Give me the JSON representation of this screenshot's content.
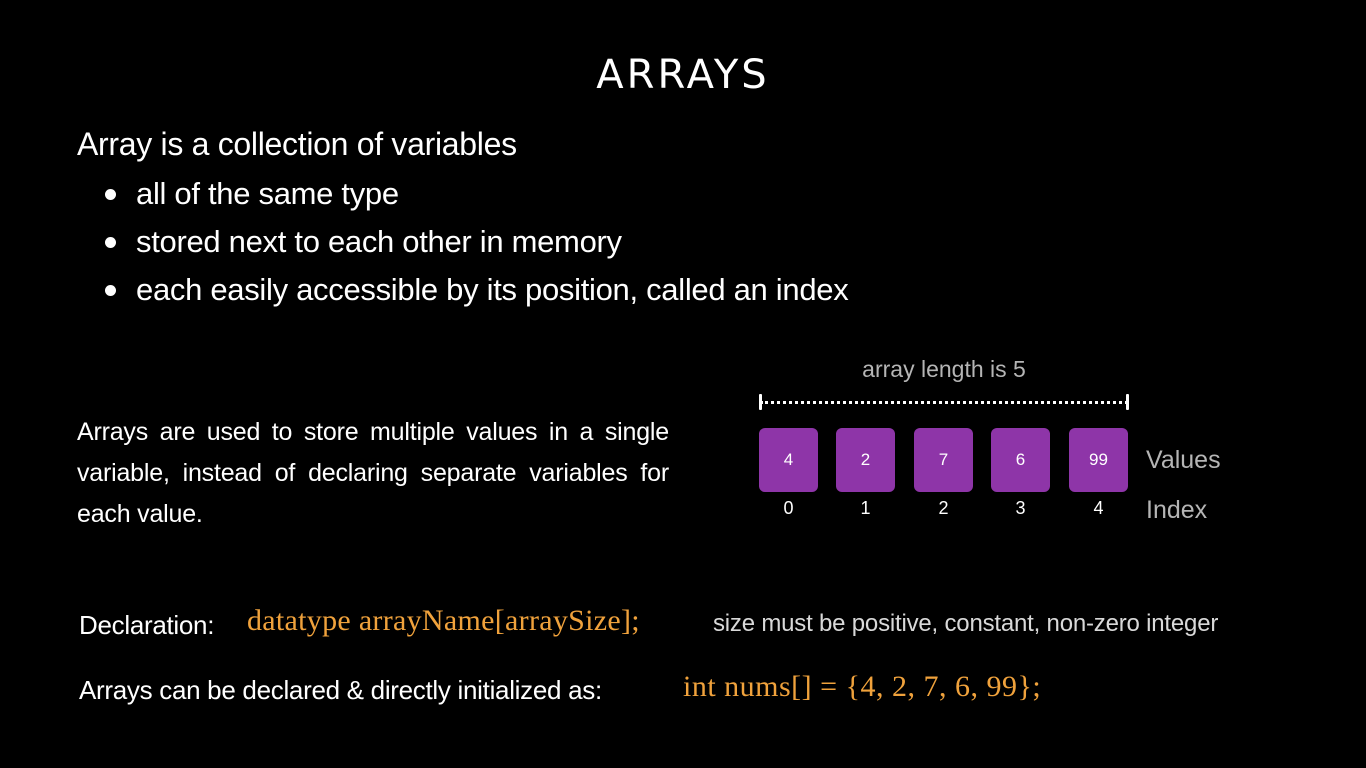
{
  "slide": {
    "title": "ARRAYS",
    "intro": "Array is a collection of variables",
    "bullets": [
      "all of the same type",
      "stored next to each other in memory",
      "each easily accessible by its position, called an index"
    ],
    "paragraph": "Arrays are used to store multiple values in a single variable, instead of declaring separate variables for each value."
  },
  "diagram": {
    "length_label": "array length is 5",
    "values": [
      "4",
      "2",
      "7",
      "6",
      "99"
    ],
    "indices": [
      "0",
      "1",
      "2",
      "3",
      "4"
    ],
    "values_label": "Values",
    "index_label": "Index",
    "cell_color": "#8e35a8"
  },
  "declaration": {
    "label": "Declaration:",
    "code": "datatype arrayName[arraySize];",
    "note": "size must be positive, constant, non-zero integer"
  },
  "initialization": {
    "label": "Arrays can be declared & directly initialized as:",
    "code": "int nums[] = {4, 2, 7, 6, 99};"
  },
  "colors": {
    "background": "#000000",
    "code": "#f0a23c",
    "muted": "#b5b5b5"
  }
}
